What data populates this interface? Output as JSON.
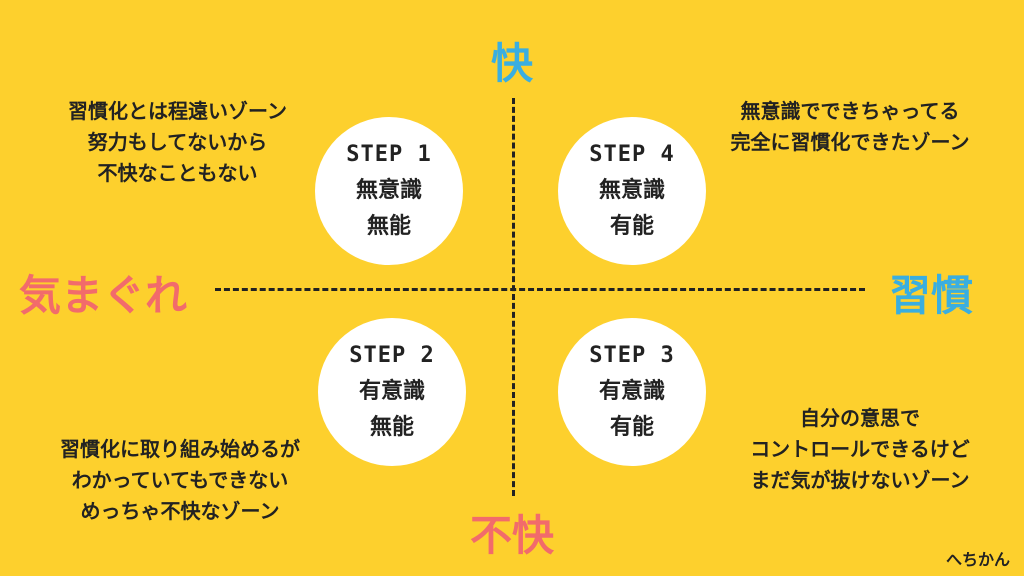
{
  "axes": {
    "top": "快",
    "bottom": "不快",
    "left": "気まぐれ",
    "right": "習慣"
  },
  "quadrants": {
    "q1": {
      "step": "STEP 1",
      "line1": "無意識",
      "line2": "無能",
      "note": [
        "習慣化とは程遠いゾーン",
        "努力もしてないから",
        "不快なこともない"
      ]
    },
    "q4": {
      "step": "STEP 4",
      "line1": "無意識",
      "line2": "有能",
      "note": [
        "無意識でできちゃってる",
        "完全に習慣化できたゾーン"
      ]
    },
    "q2": {
      "step": "STEP 2",
      "line1": "有意識",
      "line2": "無能",
      "note": [
        "習慣化に取り組み始めるが",
        "わかっていてもできない",
        "めっちゃ不快なゾーン"
      ]
    },
    "q3": {
      "step": "STEP 3",
      "line1": "有意識",
      "line2": "有能",
      "note": [
        "自分の意思で",
        "コントロールできるけど",
        "まだ気が抜けないゾーン"
      ]
    }
  },
  "signature": "へちかん",
  "colors": {
    "background": "#FDD02D",
    "blue": "#3AAEE0",
    "red": "#F26B6B",
    "circle": "#FFFFFF"
  }
}
